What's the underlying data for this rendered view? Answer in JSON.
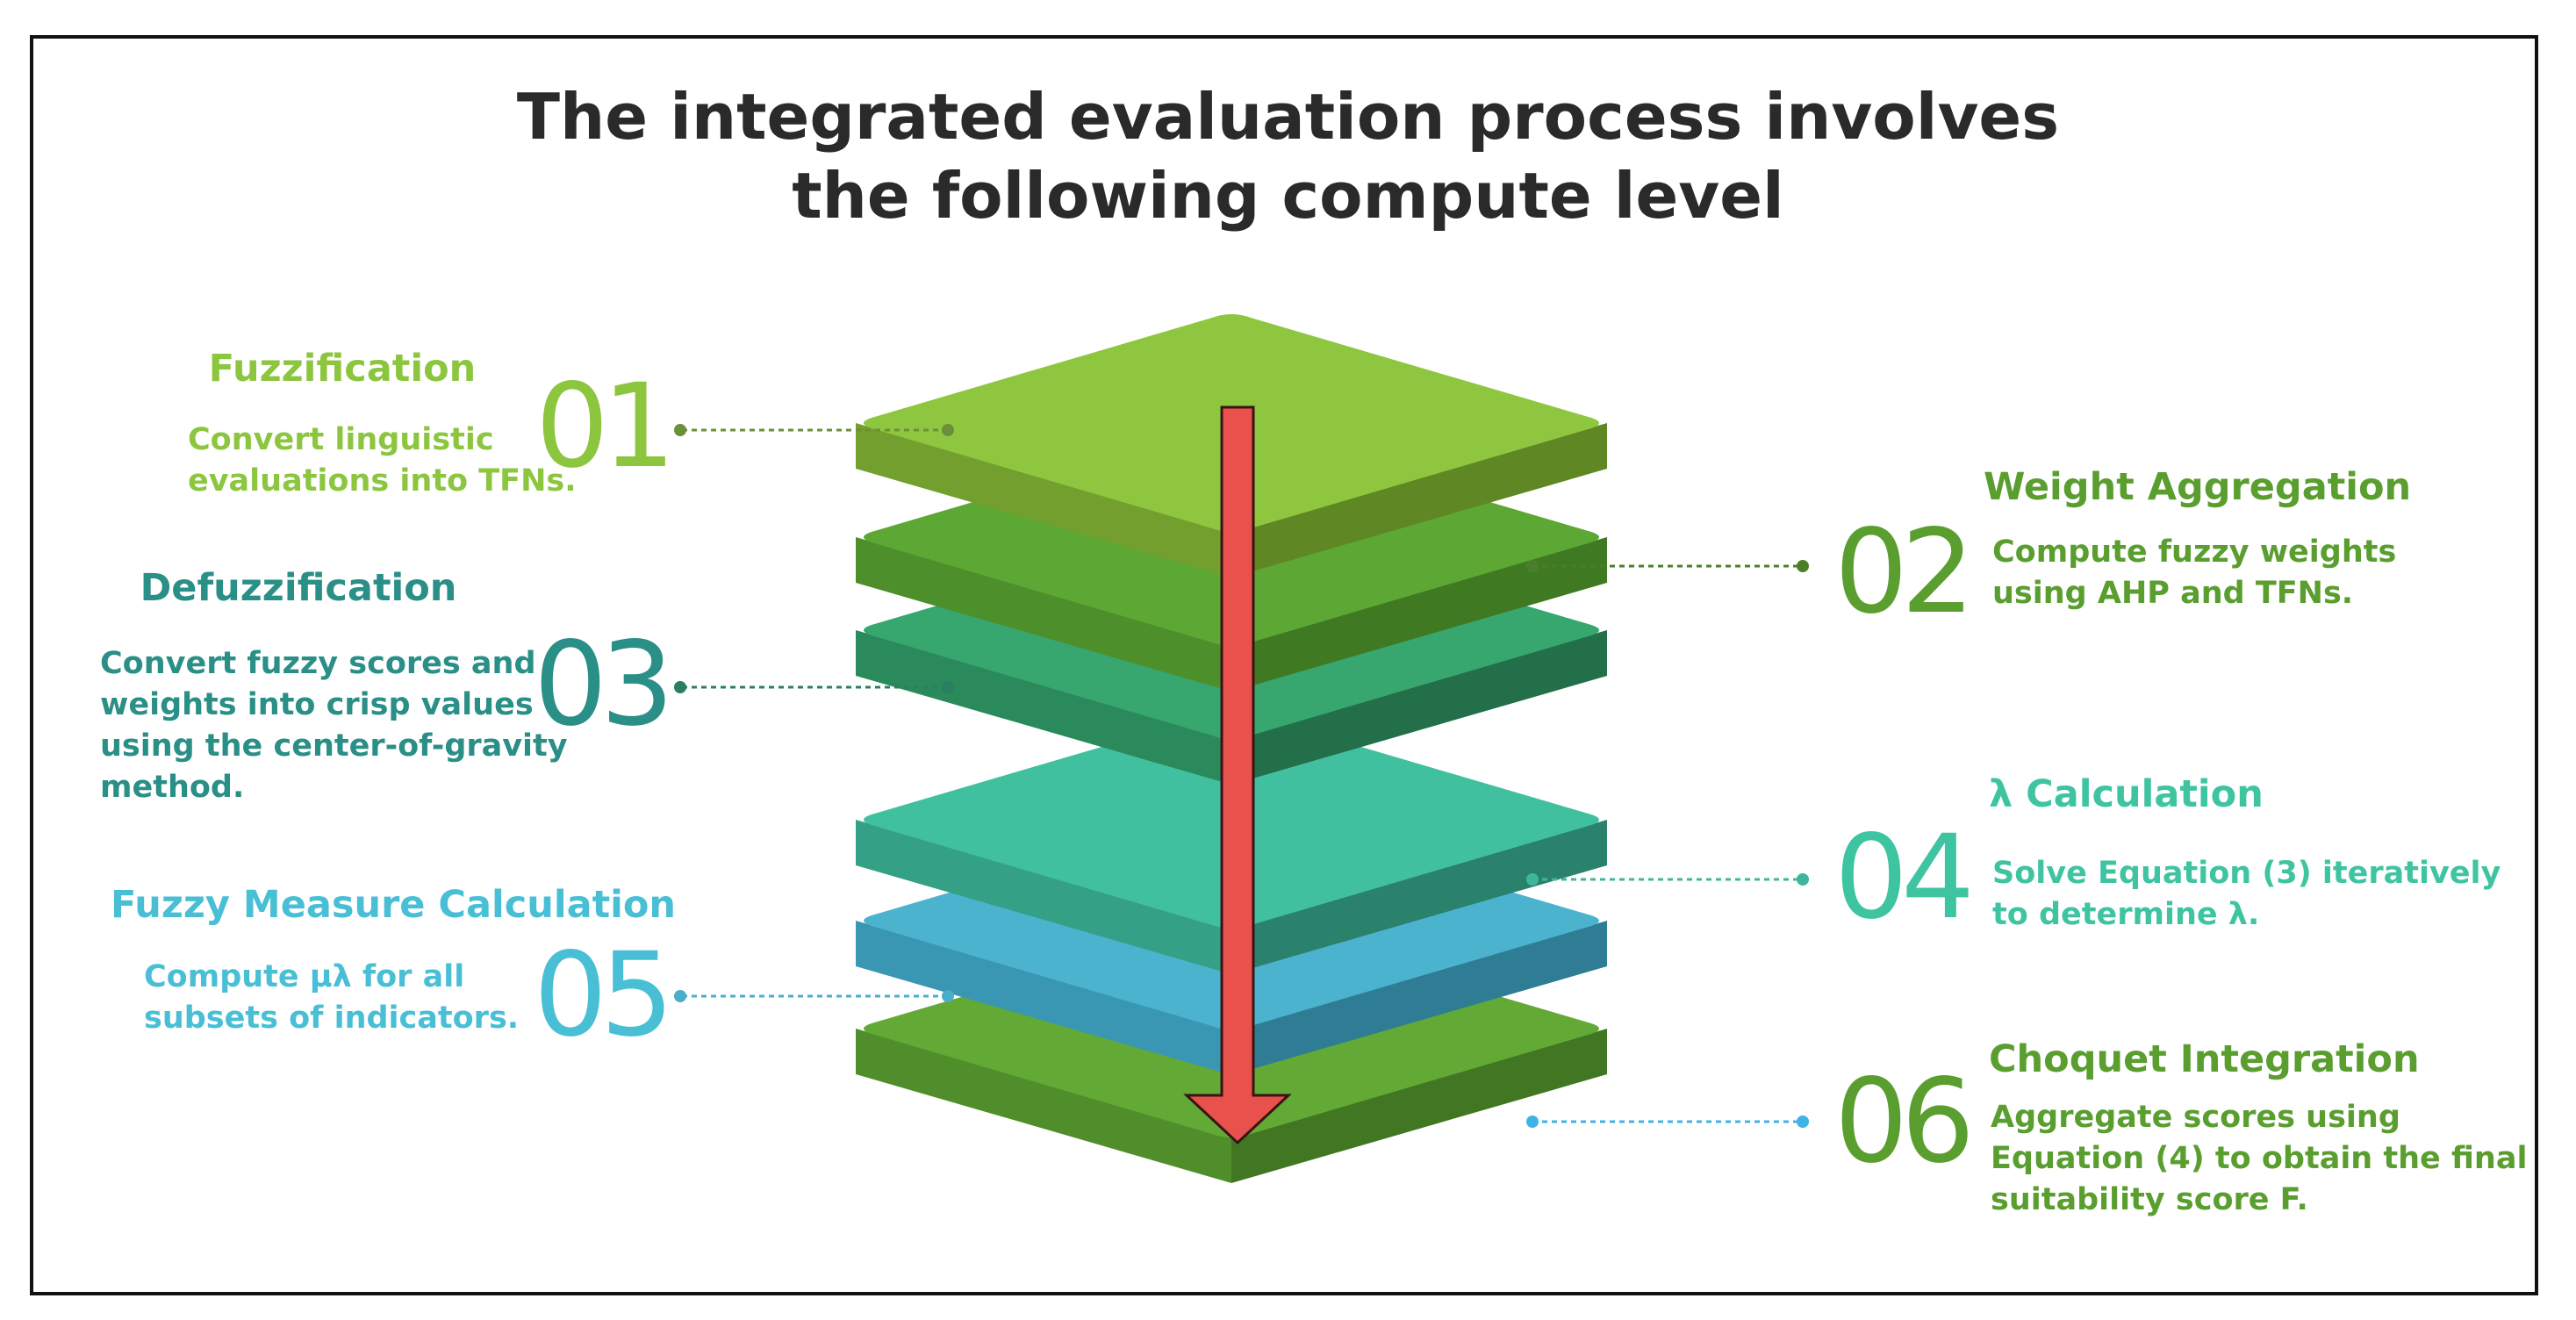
{
  "title": {
    "line1": "The integrated evaluation process involves",
    "line2": "the following compute level"
  },
  "steps": [
    {
      "number": "01",
      "heading": "Fuzzification",
      "lines": [
        "Convert linguistic",
        "evaluations into TFNs."
      ],
      "color": "#8cc63f"
    },
    {
      "number": "02",
      "heading": "Weight Aggregation",
      "lines": [
        "Compute fuzzy weights",
        "using AHP and TFNs."
      ],
      "color": "#5a9e2f"
    },
    {
      "number": "03",
      "heading": "Defuzzification",
      "lines": [
        "Convert fuzzy scores and",
        "weights into crisp values",
        "using the center-of-gravity",
        "method."
      ],
      "color": "#2a8f86"
    },
    {
      "number": "04",
      "heading": "λ Calculation",
      "lines": [
        "Solve Equation (3) iteratively",
        "to determine λ."
      ],
      "color": "#3fc4a2"
    },
    {
      "number": "05",
      "heading": "Fuzzy Measure Calculation",
      "lines": [
        "Compute  μλ  for all",
        "subsets of indicators."
      ],
      "color": "#49bfd6"
    },
    {
      "number": "06",
      "heading": "Choquet Integration",
      "lines": [
        "Aggregate scores using",
        "Equation (4) to obtain the final",
        "suitability score F."
      ],
      "color": "#5a9e2f"
    }
  ],
  "layers": [
    {
      "top": "#8ec63f",
      "front": "#729f2d",
      "side": "#5f8724"
    },
    {
      "top": "#5da834",
      "front": "#4d8f2a",
      "side": "#3f7a22"
    },
    {
      "top": "#38a66f",
      "front": "#2b8a5b",
      "side": "#226f49"
    },
    {
      "top": "#41c09f",
      "front": "#34a085",
      "side": "#2a826c"
    },
    {
      "top": "#4cb3cf",
      "front": "#3a97b3",
      "side": "#2e7d95"
    },
    {
      "top": "#62a935",
      "front": "#4f8e2a",
      "side": "#417622"
    }
  ],
  "arrow": {
    "fill": "#e8514c",
    "stroke": "#3a1414"
  }
}
